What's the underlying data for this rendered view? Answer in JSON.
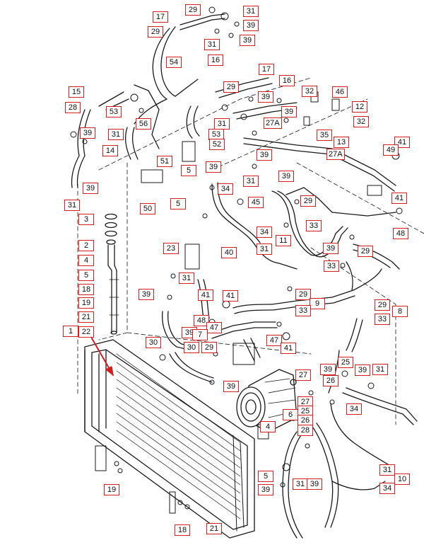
{
  "accent_color": "#d21f1f",
  "line_color": "#1a1a1a",
  "callouts": [
    {
      "id": "c01",
      "text": "17"
    },
    {
      "id": "c02",
      "text": "29"
    },
    {
      "id": "c03",
      "text": "29"
    },
    {
      "id": "c04",
      "text": "31"
    },
    {
      "id": "c05",
      "text": "39"
    },
    {
      "id": "c06",
      "text": "39"
    },
    {
      "id": "c07",
      "text": "31"
    },
    {
      "id": "c08",
      "text": "16"
    },
    {
      "id": "c09",
      "text": "54"
    },
    {
      "id": "c10",
      "text": "17"
    },
    {
      "id": "c11",
      "text": "29"
    },
    {
      "id": "c12",
      "text": "39"
    },
    {
      "id": "c13",
      "text": "16"
    },
    {
      "id": "c14",
      "text": "15"
    },
    {
      "id": "c15",
      "text": "28"
    },
    {
      "id": "c16",
      "text": "53"
    },
    {
      "id": "c17",
      "text": "56"
    },
    {
      "id": "c18",
      "text": "39"
    },
    {
      "id": "c19",
      "text": "31"
    },
    {
      "id": "c20",
      "text": "14"
    },
    {
      "id": "c21",
      "text": "32"
    },
    {
      "id": "c22",
      "text": "46"
    },
    {
      "id": "c23",
      "text": "12"
    },
    {
      "id": "c24",
      "text": "32"
    },
    {
      "id": "c25",
      "text": "39"
    },
    {
      "id": "c26",
      "text": "31"
    },
    {
      "id": "c27",
      "text": "27A"
    },
    {
      "id": "c28",
      "text": "53"
    },
    {
      "id": "c29",
      "text": "52"
    },
    {
      "id": "c30",
      "text": "35"
    },
    {
      "id": "c31",
      "text": "13"
    },
    {
      "id": "c32",
      "text": "27A"
    },
    {
      "id": "c33",
      "text": "41"
    },
    {
      "id": "c34",
      "text": "49"
    },
    {
      "id": "c35",
      "text": "39"
    },
    {
      "id": "c36",
      "text": "51"
    },
    {
      "id": "c37",
      "text": "5"
    },
    {
      "id": "c38",
      "text": "39"
    },
    {
      "id": "c39",
      "text": "31"
    },
    {
      "id": "c40",
      "text": "39"
    },
    {
      "id": "c41",
      "text": "29"
    },
    {
      "id": "c42",
      "text": "34"
    },
    {
      "id": "c43",
      "text": "45"
    },
    {
      "id": "c44",
      "text": "41"
    },
    {
      "id": "c45",
      "text": "39"
    },
    {
      "id": "c46",
      "text": "31"
    },
    {
      "id": "c47",
      "text": "50"
    },
    {
      "id": "c48",
      "text": "5"
    },
    {
      "id": "c49",
      "text": "3"
    },
    {
      "id": "c50",
      "text": "33"
    },
    {
      "id": "c51",
      "text": "48"
    },
    {
      "id": "c52",
      "text": "34"
    },
    {
      "id": "c53",
      "text": "11"
    },
    {
      "id": "c54",
      "text": "31"
    },
    {
      "id": "c55",
      "text": "2"
    },
    {
      "id": "c56",
      "text": "23"
    },
    {
      "id": "c57",
      "text": "40"
    },
    {
      "id": "c58",
      "text": "39"
    },
    {
      "id": "c59",
      "text": "29"
    },
    {
      "id": "c60",
      "text": "4"
    },
    {
      "id": "c61",
      "text": "31"
    },
    {
      "id": "c62",
      "text": "33"
    },
    {
      "id": "c63",
      "text": "5"
    },
    {
      "id": "c64",
      "text": "18"
    },
    {
      "id": "c65",
      "text": "39"
    },
    {
      "id": "c66",
      "text": "41"
    },
    {
      "id": "c67",
      "text": "41"
    },
    {
      "id": "c68",
      "text": "29"
    },
    {
      "id": "c69",
      "text": "9"
    },
    {
      "id": "c70",
      "text": "19"
    },
    {
      "id": "c71",
      "text": "33"
    },
    {
      "id": "c72",
      "text": "29"
    },
    {
      "id": "c73",
      "text": "8"
    },
    {
      "id": "c74",
      "text": "21"
    },
    {
      "id": "c75",
      "text": "48"
    },
    {
      "id": "c76",
      "text": "47"
    },
    {
      "id": "c77",
      "text": "33"
    },
    {
      "id": "c78",
      "text": "1"
    },
    {
      "id": "c79",
      "text": "22"
    },
    {
      "id": "c80",
      "text": "39"
    },
    {
      "id": "c81",
      "text": "7"
    },
    {
      "id": "c82",
      "text": "47"
    },
    {
      "id": "c83",
      "text": "30"
    },
    {
      "id": "c84",
      "text": "30"
    },
    {
      "id": "c85",
      "text": "29"
    },
    {
      "id": "c86",
      "text": "41"
    },
    {
      "id": "c87",
      "text": "27"
    },
    {
      "id": "c88",
      "text": "39"
    },
    {
      "id": "c89",
      "text": "25"
    },
    {
      "id": "c90",
      "text": "39"
    },
    {
      "id": "c91",
      "text": "31"
    },
    {
      "id": "c92",
      "text": "39"
    },
    {
      "id": "c93",
      "text": "26"
    },
    {
      "id": "c94",
      "text": "27"
    },
    {
      "id": "c95",
      "text": "25"
    },
    {
      "id": "c96",
      "text": "34"
    },
    {
      "id": "c97",
      "text": "6"
    },
    {
      "id": "c98",
      "text": "26"
    },
    {
      "id": "c99",
      "text": "4"
    },
    {
      "id": "c100",
      "text": "28"
    },
    {
      "id": "c101",
      "text": "19"
    },
    {
      "id": "c102",
      "text": "5"
    },
    {
      "id": "c103",
      "text": "31"
    },
    {
      "id": "c104",
      "text": "10"
    },
    {
      "id": "c105",
      "text": "39"
    },
    {
      "id": "c106",
      "text": "31"
    },
    {
      "id": "c107",
      "text": "39"
    },
    {
      "id": "c108",
      "text": "34"
    },
    {
      "id": "c109",
      "text": "18"
    },
    {
      "id": "c110",
      "text": "21"
    }
  ]
}
